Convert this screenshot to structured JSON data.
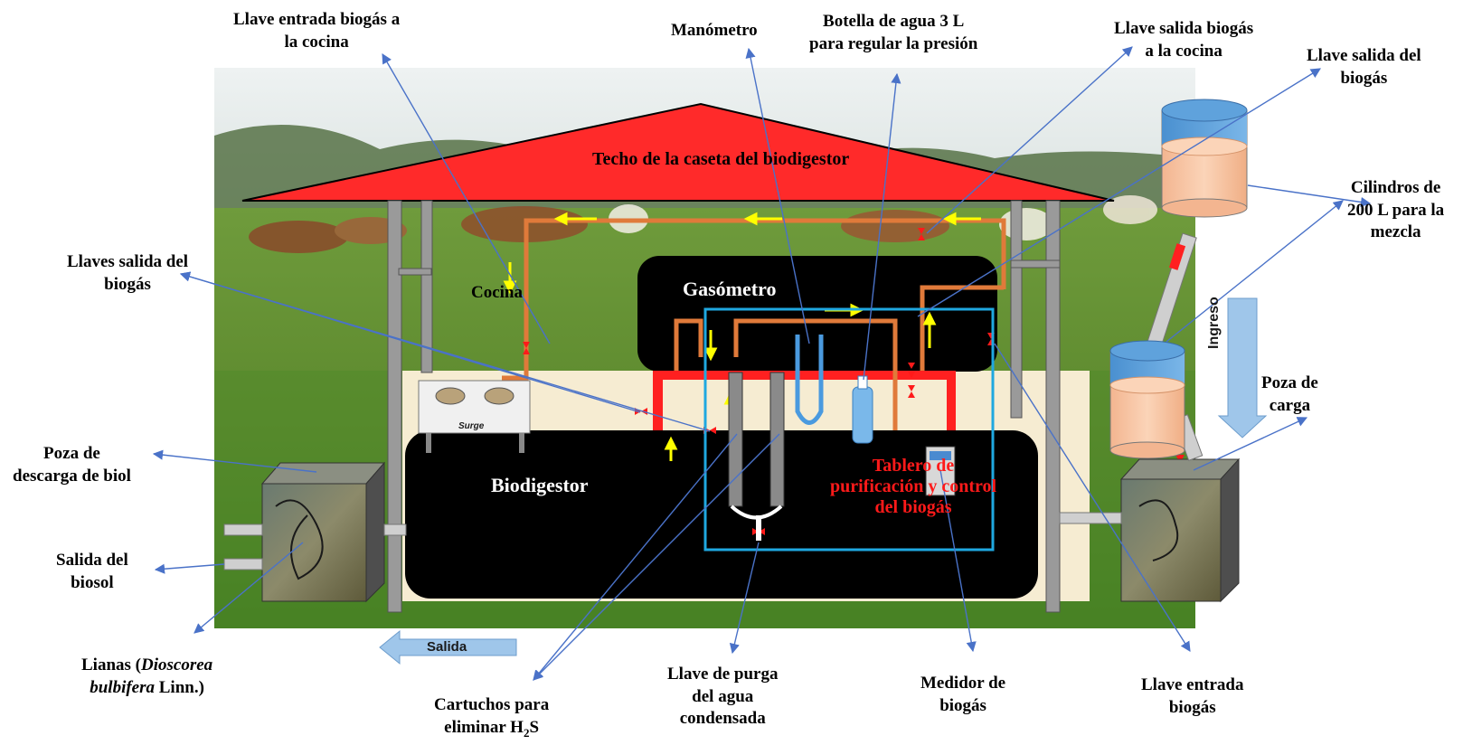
{
  "labels": {
    "llave_entrada_cocina": "Llave entrada biogás a\nla cocina",
    "manometro": "Manómetro",
    "botella": "Botella de agua 3 L\npara regular la presión",
    "llave_salida_cocina": "Llave salida biogás\na la cocina",
    "llave_salida_biogas_top": "Llave salida del\nbiogás",
    "cilindros": "Cilindros de\n200 L para la\nmezcla",
    "llaves_salida": "Llaves salida del\nbiogás",
    "poza_descarga": "Poza de\ndescarga de biol",
    "salida_biosol": "Salida del\nbiosol",
    "lianas_prefix": "Lianas (",
    "lianas_genus": "Dioscorea",
    "lianas_species": "bulbifera",
    "lianas_suffix": " Linn.)",
    "cartuchos_line1": "Cartuchos para",
    "cartuchos_line2_prefix": "eliminar H",
    "cartuchos_sub": "2",
    "cartuchos_line2_suffix": "S",
    "llave_purga": "Llave de purga\ndel agua\ncondensada",
    "medidor": "Medidor de\nbiogás",
    "llave_entrada_biogas": "Llave entrada\nbiogás",
    "poza_carga": "Poza de\ncarga"
  },
  "inner_text": {
    "techo": "Techo de la caseta del biodigestor",
    "cocina": "Cocina",
    "gasometro": "Gasómetro",
    "biodigestor": "Biodigestor",
    "tablero": "Tablero de\npurificación y control\ndel biogás",
    "ingreso": "Ingreso",
    "salida": "Salida",
    "stove_brand": "Surge"
  },
  "colors": {
    "roof": "#ff2a2a",
    "pipe": "#e07a3a",
    "tablero_border": "#1fa8e0",
    "tablero_text": "#ff1a1a",
    "arrow_line": "#4a72c8",
    "flow_arrow": "#ffff00"
  }
}
